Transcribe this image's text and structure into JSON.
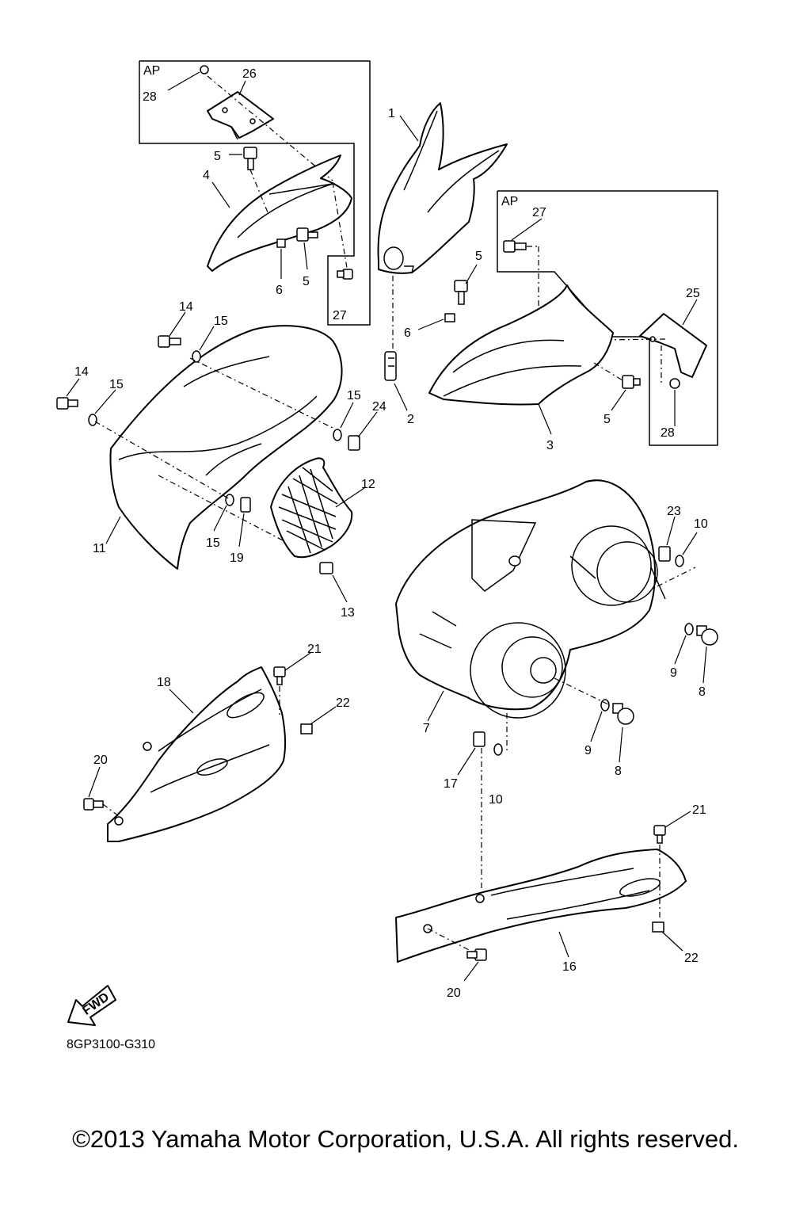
{
  "callouts": {
    "c1": "1",
    "c2": "2",
    "c3": "3",
    "c4": "4",
    "c5a": "5",
    "c5b": "5",
    "c5c": "5",
    "c5d": "5",
    "c6a": "6",
    "c6b": "6",
    "c7": "7",
    "c8a": "8",
    "c8b": "8",
    "c9a": "9",
    "c9b": "9",
    "c10a": "10",
    "c10b": "10",
    "c11": "11",
    "c12": "12",
    "c13": "13",
    "c14a": "14",
    "c14b": "14",
    "c15a": "15",
    "c15b": "15",
    "c15c": "15",
    "c15d": "15",
    "c16": "16",
    "c17": "17",
    "c18": "18",
    "c19": "19",
    "c20a": "20",
    "c20b": "20",
    "c21a": "21",
    "c21b": "21",
    "c22a": "22",
    "c22b": "22",
    "c23": "23",
    "c24": "24",
    "c25": "25",
    "c26": "26",
    "c27a": "27",
    "c27b": "27",
    "c28a": "28",
    "c28b": "28"
  },
  "boxes": {
    "ap_left": "AP",
    "ap_right": "AP"
  },
  "fwd_label": "FWD",
  "diagram_code": "8GP3100-G310",
  "copyright": "©2013 Yamaha Motor Corporation, U.S.A. All rights reserved."
}
